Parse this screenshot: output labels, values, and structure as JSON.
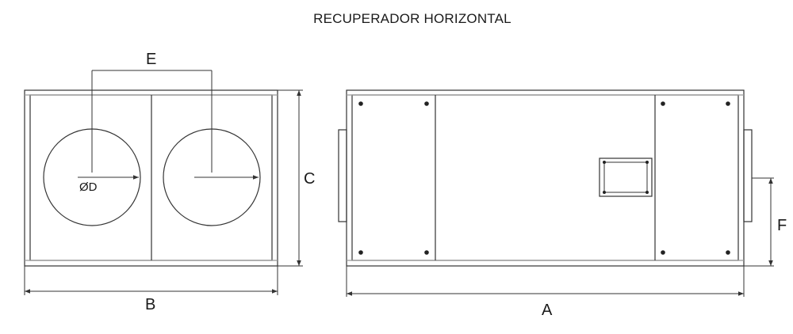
{
  "title": "RECUPERADOR HORIZONTAL",
  "labels": {
    "a": "A",
    "b": "B",
    "c": "C",
    "d": "ØD",
    "e": "E",
    "f": "F"
  },
  "colors": {
    "line": "#333333",
    "frame": "#c8c8c8",
    "background": "#ffffff"
  }
}
